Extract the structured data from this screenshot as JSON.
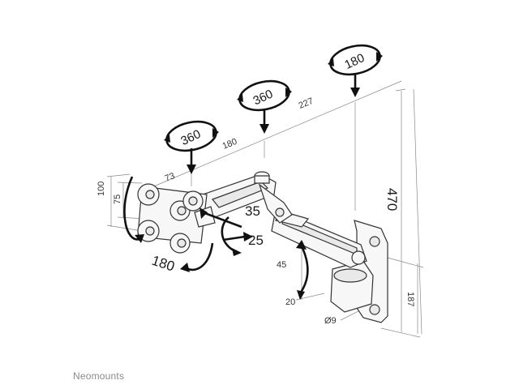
{
  "rotations": {
    "left": "360",
    "middle": "360",
    "right": "180"
  },
  "dimensions": {
    "d73": "73",
    "d180": "180",
    "d227": "227",
    "d100": "100",
    "d75": "75",
    "d470": "470",
    "d187": "187",
    "d45": "45",
    "d20": "20",
    "d9": "Ø9"
  },
  "angles": {
    "tilt_up": "35",
    "tilt_down": "25",
    "rotate_plate": "180"
  },
  "brand": "Neomounts"
}
